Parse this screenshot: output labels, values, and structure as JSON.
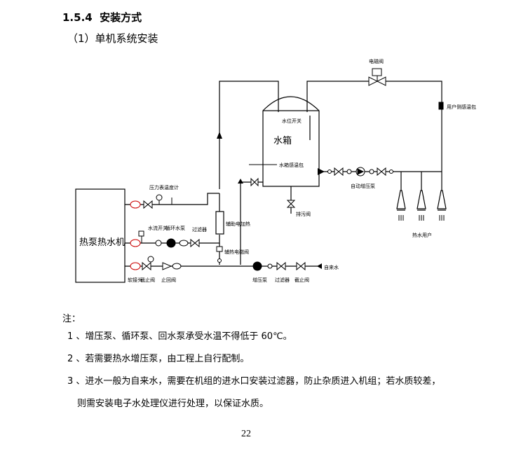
{
  "section": {
    "number": "1.5.4",
    "title": "安装方式",
    "subtitle": "（1）单机系统安装"
  },
  "diagram": {
    "heat_pump": "热泵热水机",
    "tank": "水箱",
    "water_level_switch": "水位开关",
    "tank_temp_sensor": "水箱感温包",
    "solenoid_valve": "电磁阀",
    "user_temp_sensor": "用户侧感温包",
    "auto_booster_pump": "自动增压泵",
    "drain_valve": "排污阀",
    "hot_water_users": "热水用户",
    "pressure_gauge": "压力表",
    "thermometer": "温度计",
    "flow_switch": "水流开关",
    "circ_pump": "循环水泵",
    "filter": "过滤器",
    "aux_heater": "辅助电加热",
    "aux_heat_solenoid": "辅热电磁阀",
    "soft_joint": "软接头",
    "stop_valve": "截止阀",
    "check_valve": "止回阀",
    "booster_pump": "增压泵",
    "filter2": "过滤器",
    "stop_valve2": "截止阀",
    "tap_water": "自来水"
  },
  "notes": {
    "title": "注：",
    "items": [
      "1 、增压泵、循环泵、回水泵承受水温不得低于 60℃。",
      "2 、若需要热水增压泵，由工程上自行配制。",
      "3 、进水一般为自来水，需要在机组的进水口安装过滤器，防止杂质进入机组；若水质较差，",
      "则需安装电子水处理仪进行处理，以保证水质。"
    ]
  },
  "page_number": "22"
}
